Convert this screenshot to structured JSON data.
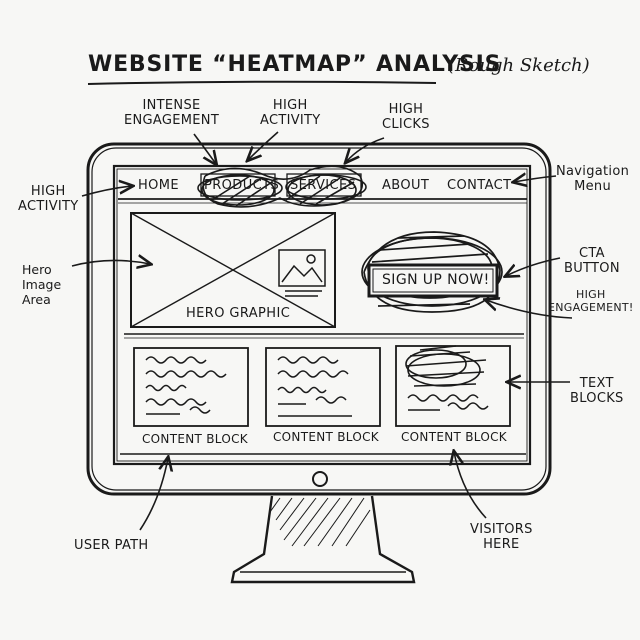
{
  "title": {
    "main": "WEBSITE “HEATMAP” ANALYSIS",
    "sub": "(Rough Sketch)"
  },
  "nav": {
    "items": [
      "HOME",
      "PRODUCTS",
      "SERVICES",
      "ABOUT",
      "CONTACT"
    ]
  },
  "hero": {
    "label": "HERO GRAPHIC"
  },
  "cta": {
    "label": "SIGN UP NOW!"
  },
  "content_blocks": [
    "CONTENT BLOCK",
    "CONTENT BLOCK",
    "CONTENT BLOCK"
  ],
  "annotations": {
    "intense_engagement": "INTENSE\nENGAGEMENT",
    "high_activity_top": "HIGH\nACTIVITY",
    "high_clicks": "HIGH\nCLICKS",
    "navigation_menu": "Navigation\nMenu",
    "high_activity_left": "HIGH\nACTIVITY",
    "hero_image_area": "Hero\nImage\nArea",
    "cta_button": "CTA\nBUTTON",
    "high_engagement": "HIGH\nENGAGEMENT!",
    "text_blocks": "TEXT\nBLOCKS",
    "user_path": "USER PATH",
    "visitors_here": "VISITORS\nHERE"
  },
  "colors": {
    "ink": "#1a1a1a",
    "paper": "#f7f7f5"
  }
}
